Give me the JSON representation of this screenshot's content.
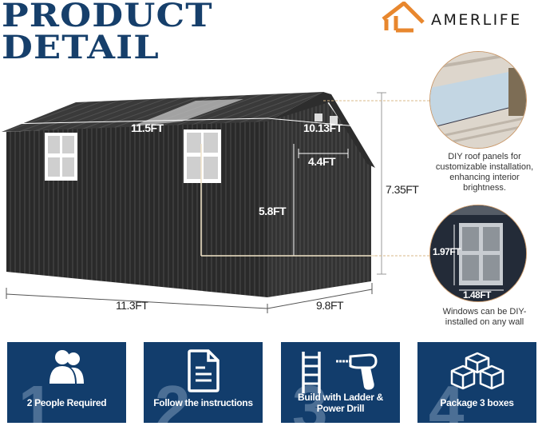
{
  "header": {
    "title_line1": "PRODUCT",
    "title_line2": "DETAIL",
    "brand": "AMERLIFE",
    "colors": {
      "title": "#163f6b",
      "brand_mark": "#e8872e",
      "card_bg": "#123d6c"
    }
  },
  "shed": {
    "color": "#2b2b2b",
    "dimensions": {
      "roof_length": "11.5FT",
      "roof_width": "10.13FT",
      "door_width": "4.4FT",
      "wall_height": "5.8FT",
      "total_height": "7.35FT",
      "base_length": "11.3FT",
      "base_width": "9.8FT"
    }
  },
  "callouts": [
    {
      "icon": "roof-panel-closeup",
      "caption": "DIY roof panels for customizable installation, enhancing interior brightness."
    },
    {
      "icon": "window-closeup",
      "height": "1.97FT",
      "width": "1.48FT",
      "caption": "Windows can be DIY-installed on any wall"
    }
  ],
  "steps": [
    {
      "number": "1",
      "label": "2 People Required",
      "icon": "people-icon"
    },
    {
      "number": "2",
      "label": "Follow the instructions",
      "icon": "document-icon"
    },
    {
      "number": "3",
      "label_line1": "Build with Ladder &",
      "label_line2": "Power Drill",
      "icon": "ladder-drill-icon"
    },
    {
      "number": "4",
      "label": "Package 3 boxes",
      "icon": "boxes-icon"
    }
  ]
}
